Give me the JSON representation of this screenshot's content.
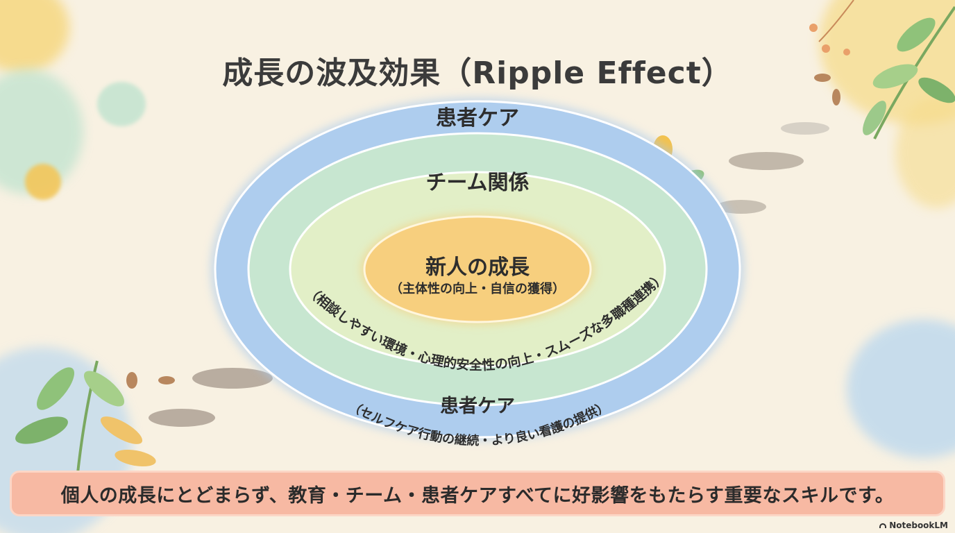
{
  "title": "成長の波及効果（Ripple Effect）",
  "rings": {
    "outer": {
      "label": "患者ケア",
      "bottom_label": "患者ケア",
      "detail": "（セルフケア行動の継続・より良い看護の提供）"
    },
    "middle": {
      "label": "チーム関係",
      "detail": "（相談しやすい環境・心理的安全性の向上・スムーズな多職種連携）"
    },
    "core": {
      "label": "新人の成長",
      "detail": "（主体性の向上・自信の獲得）"
    }
  },
  "banner": {
    "text": "個人の成長にとどまらず、教育・チーム・患者ケアすべてに好影響をもたらす重要なスキルです。"
  },
  "brand": {
    "name": "NotebookLM"
  },
  "colors": {
    "outer_ring": "#a7c9ee",
    "middle_ring": "#bfe6cc",
    "core": "#f7cf7e",
    "banner": "#f7b9a3",
    "background": "#f8f1e2"
  }
}
